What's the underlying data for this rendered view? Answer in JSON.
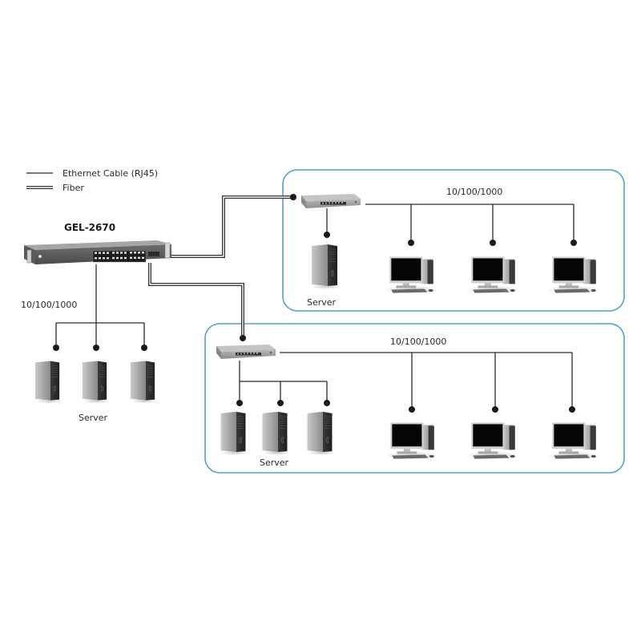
{
  "legend": {
    "ethernet_label": "Ethernet Cable (RJ45)",
    "fiber_label": "Fiber"
  },
  "main_switch": {
    "model": "GEL-2670",
    "icon": "rack-switch-icon"
  },
  "local_segment": {
    "speed_label": "10/100/1000",
    "server_label": "Server",
    "server_count": 3,
    "server_icon": "server-tower-icon"
  },
  "group_top": {
    "speed_label": "10/100/1000",
    "switch_icon": "desktop-switch-icon",
    "server_label": "Server",
    "server_count": 1,
    "workstation_count": 3,
    "workstation_icon": "workstation-icon",
    "uplink": "Fiber"
  },
  "group_bottom": {
    "speed_label": "10/100/1000",
    "switch_icon": "desktop-switch-icon",
    "server_label": "Server",
    "server_count": 3,
    "workstation_count": 3,
    "workstation_icon": "workstation-icon",
    "uplink": "Fiber"
  },
  "colors": {
    "group_border": "#4fa3c7",
    "cable": "#2b2b2b",
    "device_gray": "#9a9a9a",
    "screen": "#0a0a0a"
  }
}
